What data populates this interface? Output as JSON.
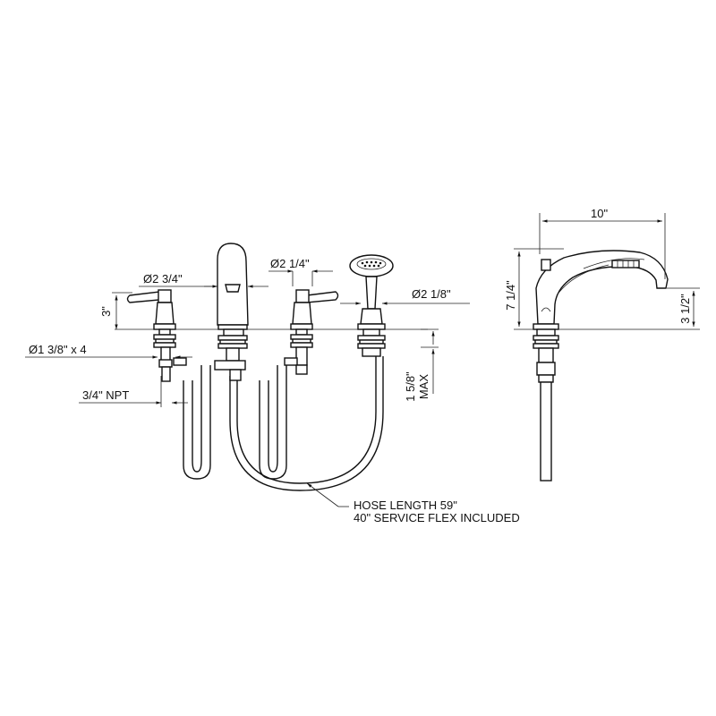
{
  "dimensions": {
    "spout_diameter": "Ø2 3/4\"",
    "valve_diameter": "Ø2 1/4\"",
    "handshower_diameter": "Ø2 1/8\"",
    "hole_diameter": "Ø1 3/8\" x 4",
    "handle_height": "3\"",
    "connection": "3/4\" NPT",
    "deck_thickness_value": "1 5/8\"",
    "deck_thickness_suffix": "MAX",
    "spout_reach": "10\"",
    "spout_height": "7 1/4\"",
    "spout_outlet_height": "3 1/2\""
  },
  "notes": {
    "hose_length": "HOSE LENGTH 59\"",
    "service_flex": "40\" SERVICE FLEX INCLUDED"
  }
}
